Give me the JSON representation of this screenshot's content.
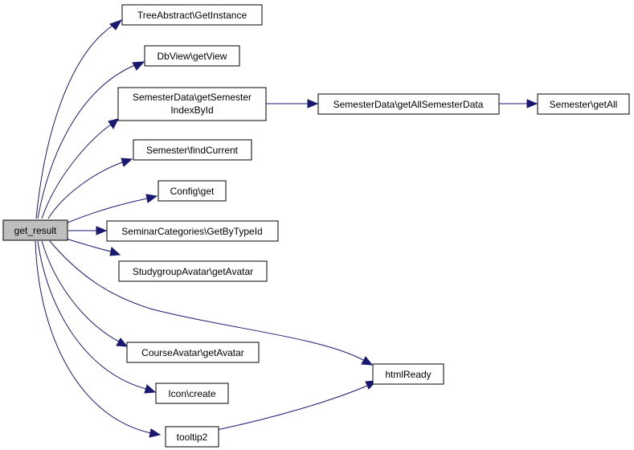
{
  "graph": {
    "edge_color": "#191970",
    "root_fill": "#bfbfbf",
    "nodes": {
      "root": {
        "label": [
          "get_result"
        ]
      },
      "tree_abstract": {
        "label": [
          "TreeAbstract\\GetInstance"
        ]
      },
      "dbview": {
        "label": [
          "DbView\\getView"
        ]
      },
      "semesterdata_index": {
        "label": [
          "SemesterData\\getSemester",
          "IndexById"
        ]
      },
      "semesterdata_all": {
        "label": [
          "SemesterData\\getAllSemesterData"
        ]
      },
      "semester_getall": {
        "label": [
          "Semester\\getAll"
        ]
      },
      "semester_findcurrent": {
        "label": [
          "Semester\\findCurrent"
        ]
      },
      "config_get": {
        "label": [
          "Config\\get"
        ]
      },
      "seminar_categories": {
        "label": [
          "SeminarCategories\\GetByTypeId"
        ]
      },
      "studygroup_avatar": {
        "label": [
          "StudygroupAvatar\\getAvatar"
        ]
      },
      "course_avatar": {
        "label": [
          "CourseAvatar\\getAvatar"
        ]
      },
      "icon_create": {
        "label": [
          "Icon\\create"
        ]
      },
      "tooltip2": {
        "label": [
          "tooltip2"
        ]
      },
      "htmlready": {
        "label": [
          "htmlReady"
        ]
      }
    }
  }
}
